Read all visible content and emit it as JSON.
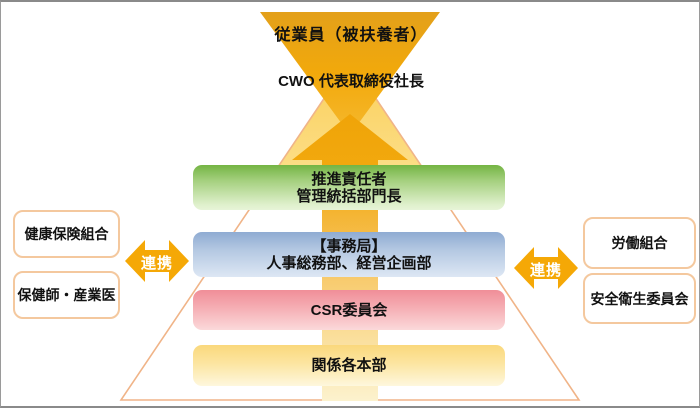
{
  "frame": {
    "background": "#FFFFFF",
    "border_color": "#8E8E8E"
  },
  "pyramid": {
    "top_banner": {
      "label": "従業員（被扶養者）"
    },
    "cwo": {
      "line1": "CWO",
      "line2": "代表取締役社長"
    },
    "levels": [
      {
        "name": "promotion-lead",
        "line1": "推進責任者",
        "line2": "管理統括部門長",
        "color_top": "#74B443",
        "color_bottom": "#E7F4D8"
      },
      {
        "name": "secretariat",
        "line1": "【事務局】",
        "line2": "人事総務部、経営企画部",
        "color_top": "#8FABD2",
        "color_bottom": "#DDE7F4"
      },
      {
        "name": "csr-committee",
        "line1": "CSR委員会",
        "line2": "",
        "color_top": "#F08E98",
        "color_bottom": "#FBD9DA"
      },
      {
        "name": "related-divisions",
        "line1": "関係各本部",
        "line2": "",
        "color_top": "#FAD87C",
        "color_bottom": "#FEF7DD"
      }
    ],
    "outline_color": "#F0B488",
    "arrow_colors": {
      "strong_orange": "#F1A60B",
      "pale_apex": "#FBD469",
      "shaft_bottom": "#FCF2CE"
    }
  },
  "left_panel": {
    "boxes": [
      {
        "label": "健康保険組合"
      },
      {
        "label": "保健師・産業医"
      }
    ]
  },
  "right_panel": {
    "boxes": [
      {
        "label": "労働組合"
      },
      {
        "label": "安全衛生委員会"
      }
    ]
  },
  "link": {
    "label": "連携",
    "arrow_color": "#F5A806",
    "text_color": "#FFFFFF"
  }
}
